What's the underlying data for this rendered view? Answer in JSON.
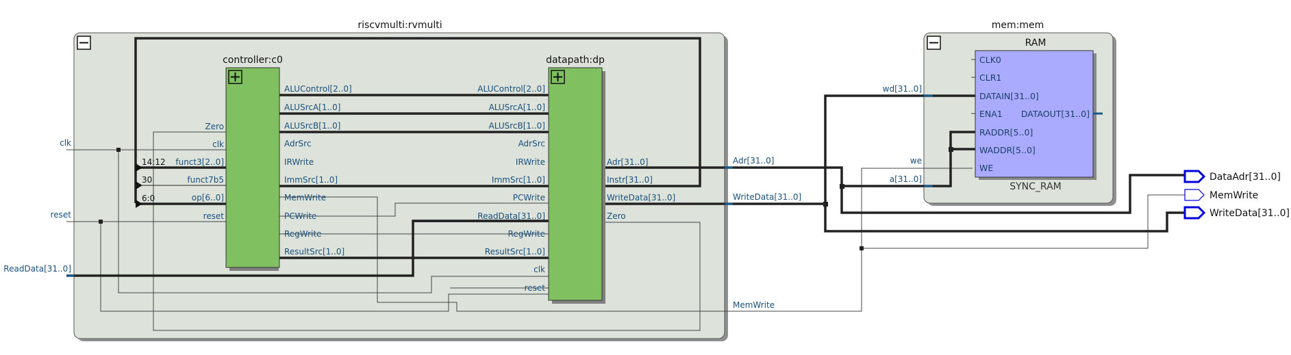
{
  "colors": {
    "panel": "#dde3da",
    "block": "#80c060",
    "ram": "#aaaaff",
    "pin_blue": "#1a5a8a",
    "port_out": "#0000dd"
  },
  "labels": {
    "top_title": "riscvmulti:rvmulti",
    "mem_title": "mem:mem",
    "controller_title": "controller:c0",
    "datapath_title": "datapath:dp",
    "ram_title": "RAM",
    "ram_type": "SYNC_RAM",
    "bit_14_12": "14:12",
    "bit_30": "30",
    "bit_6_0": "6:0"
  },
  "inputs": {
    "clk": "clk",
    "reset": "reset",
    "readdata": "ReadData[31..0]"
  },
  "outputs": {
    "dataadr": "DataAdr[31..0]",
    "memwrite": "MemWrite",
    "writedata": "WriteData[31..0]"
  },
  "controller_in": [
    "Zero",
    "clk",
    "funct3[2..0]",
    "funct7b5",
    "op[6..0]",
    "reset"
  ],
  "controller_out": [
    "ALUControl[2..0]",
    "ALUSrcA[1..0]",
    "ALUSrcB[1..0]",
    "AdrSrc",
    "IRWrite",
    "ImmSrc[1..0]",
    "MemWrite",
    "PCWrite",
    "RegWrite",
    "ResultSrc[1..0]"
  ],
  "datapath_in": [
    "ALUControl[2..0]",
    "ALUSrcA[1..0]",
    "ALUSrcB[1..0]",
    "AdrSrc",
    "IRWrite",
    "ImmSrc[1..0]",
    "PCWrite",
    "ReadData[31..0]",
    "RegWrite",
    "ResultSrc[1..0]",
    "clk",
    "reset"
  ],
  "datapath_out": [
    "Adr[31..0]",
    "Instr[31..0]",
    "WriteData[31..0]",
    "Zero"
  ],
  "nets": {
    "adr": "Adr[31..0]",
    "writedata": "WriteData[31..0]",
    "memwrite": "MemWrite"
  },
  "mem_in": {
    "wd": "wd[31..0]",
    "we": "we",
    "a": "a[31..0]"
  },
  "ram_ports": [
    "CLK0",
    "CLR1",
    "DATAIN[31..0]",
    "ENA1",
    "RADDR[5..0]",
    "WADDR[5..0]",
    "WE"
  ],
  "ram_out": "DATAOUT[31..0]"
}
